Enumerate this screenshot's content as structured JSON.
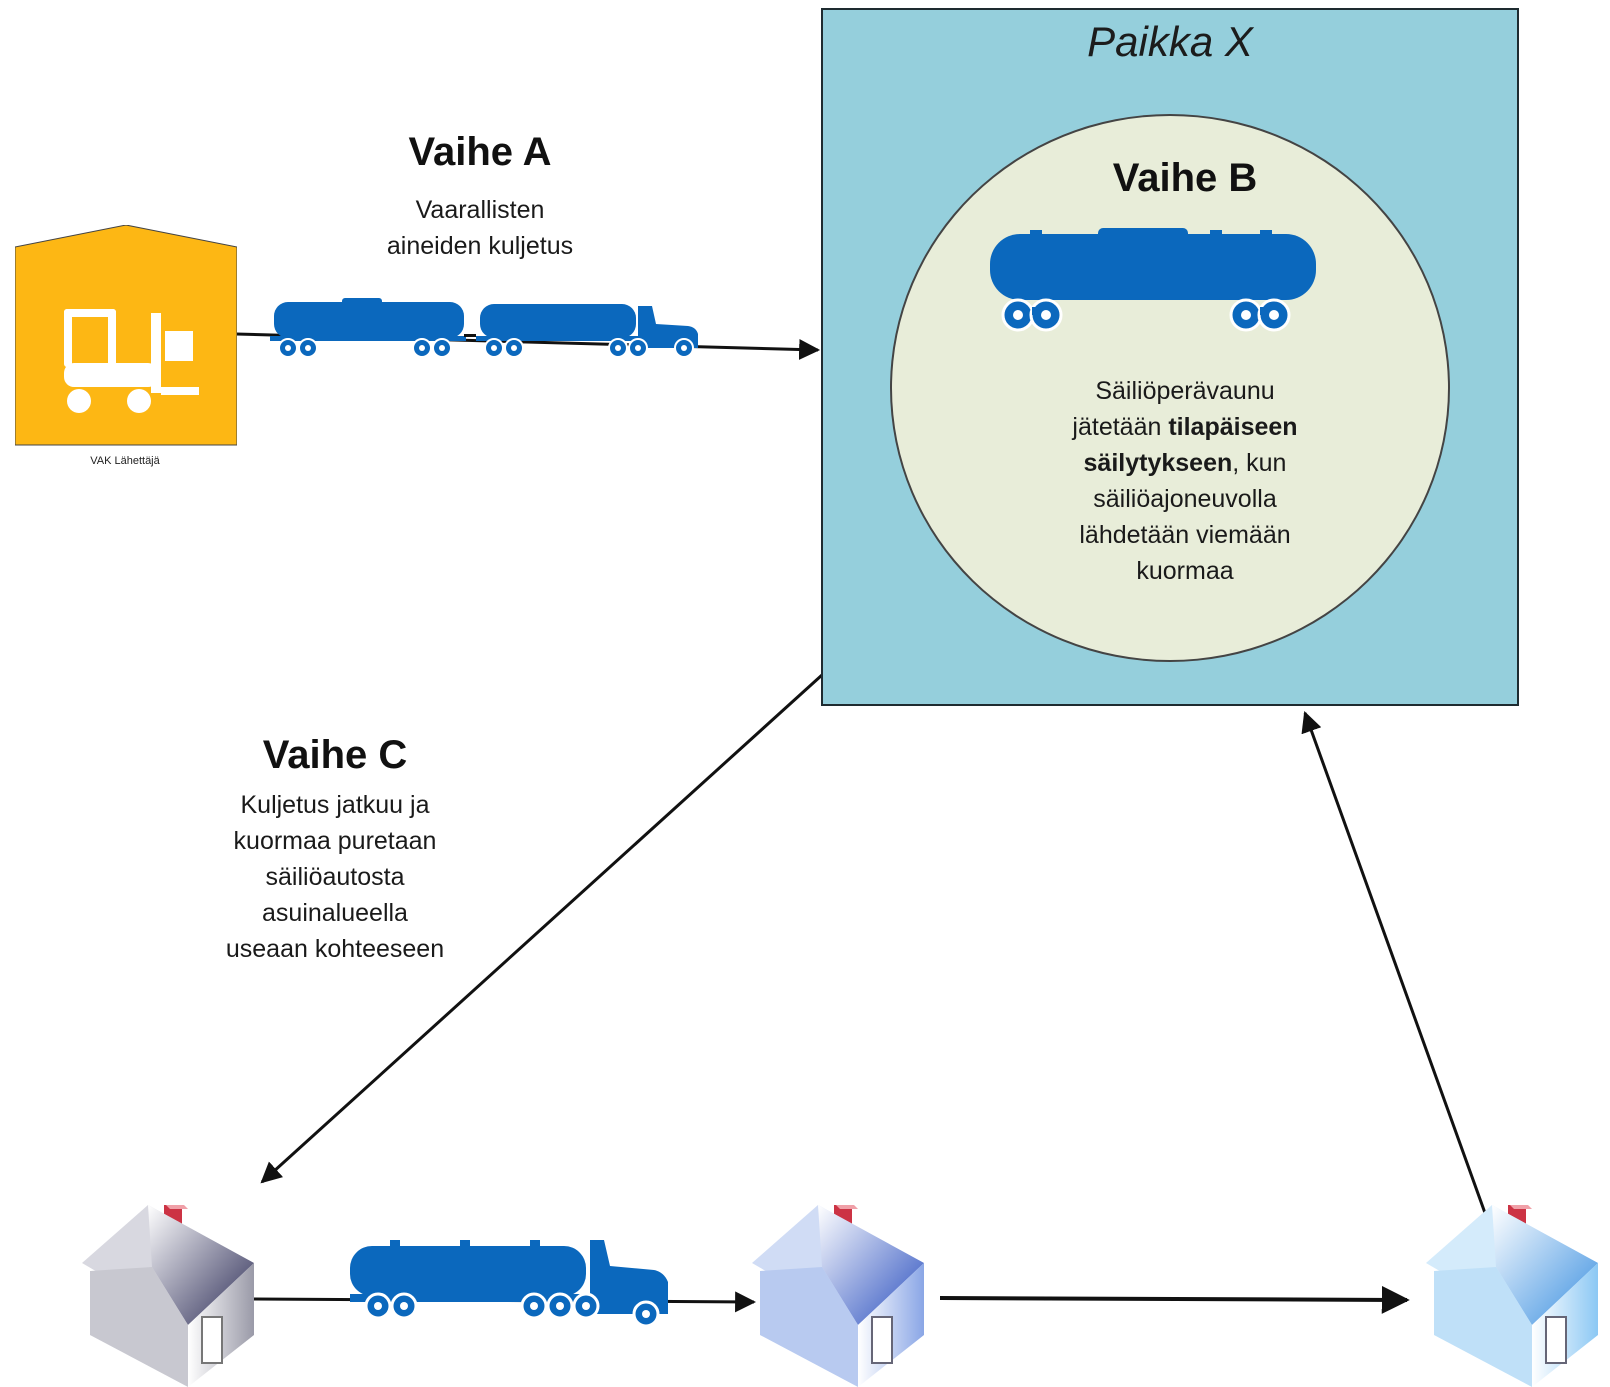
{
  "place": {
    "title": "Paikka X"
  },
  "phase_a": {
    "title": "Vaihe A",
    "description_lines": [
      "Vaarallisten",
      "aineiden kuljetus"
    ]
  },
  "phase_b": {
    "title": "Vaihe B",
    "description_lines": [
      [
        {
          "t": "Säiliöperävaunu",
          "b": false
        }
      ],
      [
        {
          "t": "jätetään ",
          "b": false
        },
        {
          "t": "tilapäiseen",
          "b": true
        }
      ],
      [
        {
          "t": "säilytykseen",
          "b": true
        },
        {
          "t": ", kun",
          "b": false
        }
      ],
      [
        {
          "t": "säiliöajoneuvolla",
          "b": false
        }
      ],
      [
        {
          "t": "lähdetään viemään",
          "b": false
        }
      ],
      [
        {
          "t": "kuormaa",
          "b": false
        }
      ]
    ]
  },
  "phase_c": {
    "title": "Vaihe C",
    "description_lines": [
      "Kuljetus jatkuu ja",
      "kuormaa puretaan",
      "säiliöautosta",
      "asuinalueella",
      "useaan kohteeseen"
    ]
  },
  "sender": {
    "label": "VAK Lähettäjä"
  },
  "colors": {
    "vehicle_blue": "#0b68bd",
    "place_bg": "#95cfdc",
    "circle_bg": "#e8edd9",
    "warehouse_yellow": "#fdb714"
  },
  "icons": [
    "warehouse-forklift-icon",
    "tanker-truck-with-trailer-icon",
    "tank-trailer-icon",
    "tanker-truck-icon",
    "house-icon"
  ]
}
